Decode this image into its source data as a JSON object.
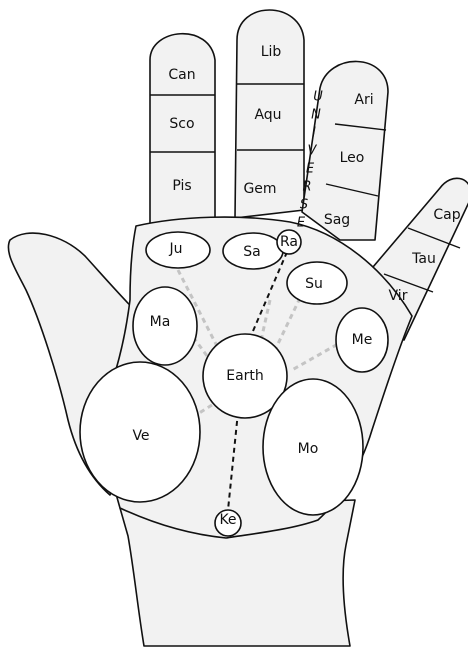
{
  "fingers": {
    "pinky": [
      "Cap",
      "Tau",
      "Vir"
    ],
    "ring": [
      "Ari",
      "Leo",
      "Sag"
    ],
    "middle": [
      "Lib",
      "Aqu",
      "Gem"
    ],
    "index": [
      "Can",
      "Sco",
      "Pis"
    ]
  },
  "universe_label": [
    "U",
    "N",
    "I",
    "V",
    "E",
    "R",
    "S",
    "E"
  ],
  "mounts": {
    "ju": "Ju",
    "sa": "Sa",
    "ra": "Ra",
    "su": "Su",
    "ma": "Ma",
    "me": "Me",
    "earth": "Earth",
    "ve": "Ve",
    "mo": "Mo",
    "ke": "Ke"
  }
}
